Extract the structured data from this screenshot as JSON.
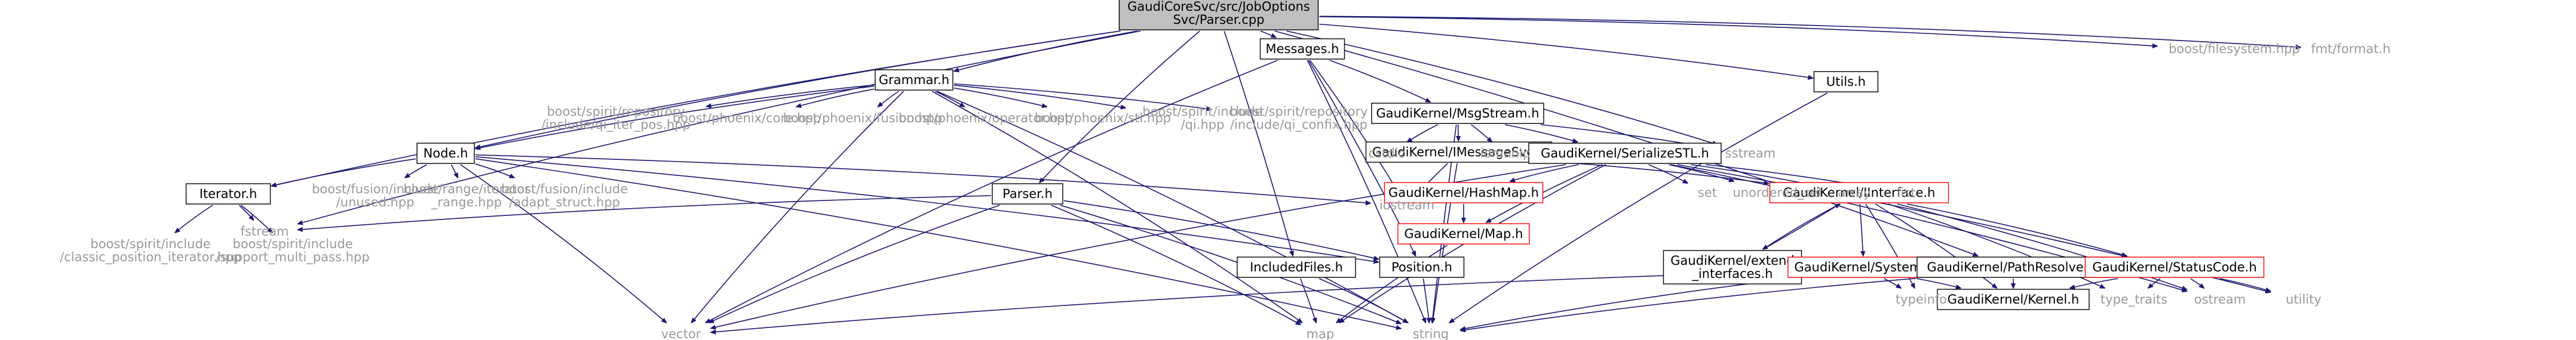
{
  "colors": {
    "edge": "#191970",
    "root_fill": "#bfbfbf",
    "root_border": "#000000",
    "file_border": "#000000",
    "incomplete_border": "#ff0000",
    "system_text": "#999999",
    "node_text": "#000000"
  },
  "nodes": [
    {
      "id": "root",
      "lines": [
        "GaudiCoreSvc/src/JobOptions",
        "Svc/Parser.cpp"
      ],
      "style": "root"
    },
    {
      "id": "node_h",
      "lines": [
        "Node.h"
      ],
      "style": "file"
    },
    {
      "id": "iterator_h",
      "lines": [
        "Iterator.h"
      ],
      "style": "file"
    },
    {
      "id": "grammar_h",
      "lines": [
        "Grammar.h"
      ],
      "style": "file"
    },
    {
      "id": "messages_h",
      "lines": [
        "Messages.h"
      ],
      "style": "file"
    },
    {
      "id": "utils_h",
      "lines": [
        "Utils.h"
      ],
      "style": "file"
    },
    {
      "id": "msgstream_h",
      "lines": [
        "GaudiKernel/MsgStream.h"
      ],
      "style": "file"
    },
    {
      "id": "imessagesvc_h",
      "lines": [
        "GaudiKernel/IMessageSvc.h"
      ],
      "style": "file"
    },
    {
      "id": "serializestl_h",
      "lines": [
        "GaudiKernel/SerializeSTL.h"
      ],
      "style": "file"
    },
    {
      "id": "hashmap_h",
      "lines": [
        "GaudiKernel/HashMap.h"
      ],
      "style": "incomplete"
    },
    {
      "id": "map_h",
      "lines": [
        "GaudiKernel/Map.h"
      ],
      "style": "incomplete"
    },
    {
      "id": "iinterface_h",
      "lines": [
        "GaudiKernel/IInterface.h"
      ],
      "style": "incomplete"
    },
    {
      "id": "extend_interfaces_h",
      "lines": [
        "GaudiKernel/extend",
        "_interfaces.h"
      ],
      "style": "file"
    },
    {
      "id": "system_h",
      "lines": [
        "GaudiKernel/System.h"
      ],
      "style": "incomplete"
    },
    {
      "id": "pathresolver_h",
      "lines": [
        "GaudiKernel/PathResolver.h"
      ],
      "style": "file"
    },
    {
      "id": "kernel_h",
      "lines": [
        "GaudiKernel/Kernel.h"
      ],
      "style": "file"
    },
    {
      "id": "statuscode_h",
      "lines": [
        "GaudiKernel/StatusCode.h"
      ],
      "style": "incomplete"
    },
    {
      "id": "parser_h",
      "lines": [
        "Parser.h"
      ],
      "style": "file"
    },
    {
      "id": "includedfiles_h",
      "lines": [
        "IncludedFiles.h"
      ],
      "style": "file"
    },
    {
      "id": "position_h",
      "lines": [
        "Position.h"
      ],
      "style": "file"
    },
    {
      "id": "fstream",
      "lines": [
        "fstream"
      ],
      "style": "system"
    },
    {
      "id": "vector",
      "lines": [
        "vector"
      ],
      "style": "system"
    },
    {
      "id": "map",
      "lines": [
        "map"
      ],
      "style": "system"
    },
    {
      "id": "string",
      "lines": [
        "string"
      ],
      "style": "system"
    },
    {
      "id": "iostream",
      "lines": [
        "iostream"
      ],
      "style": "system"
    },
    {
      "id": "classic_position_iterator",
      "lines": [
        "boost/spirit/include",
        "/classic_position_iterator.hpp"
      ],
      "style": "system"
    },
    {
      "id": "support_multi_pass",
      "lines": [
        "boost/spirit/include",
        "/support_multi_pass.hpp"
      ],
      "style": "system"
    },
    {
      "id": "fusion_unused",
      "lines": [
        "boost/fusion/include",
        "/unused.hpp"
      ],
      "style": "system"
    },
    {
      "id": "range_iterator_range",
      "lines": [
        "boost/range/iterator",
        "_range.hpp"
      ],
      "style": "system"
    },
    {
      "id": "fusion_adapt_struct",
      "lines": [
        "boost/fusion/include",
        "/adapt_struct.hpp"
      ],
      "style": "system"
    },
    {
      "id": "qi_iter_pos",
      "lines": [
        "boost/spirit/repository",
        "/include/qi_iter_pos.hpp"
      ],
      "style": "system"
    },
    {
      "id": "phoenix_core",
      "lines": [
        "boost/phoenix/core.hpp"
      ],
      "style": "system"
    },
    {
      "id": "phoenix_fusion",
      "lines": [
        "boost/phoenix/fusion.hpp"
      ],
      "style": "system"
    },
    {
      "id": "phoenix_operator",
      "lines": [
        "boost/phoenix/operator.hpp"
      ],
      "style": "system"
    },
    {
      "id": "phoenix_stl",
      "lines": [
        "boost/phoenix/stl.hpp"
      ],
      "style": "system"
    },
    {
      "id": "spirit_qi",
      "lines": [
        "boost/spirit/include",
        "/qi.hpp"
      ],
      "style": "system"
    },
    {
      "id": "qi_confix",
      "lines": [
        "boost/spirit/repository",
        "/include/qi_confix.hpp"
      ],
      "style": "system"
    },
    {
      "id": "cstdio",
      "lines": [
        "cstdio"
      ],
      "style": "system"
    },
    {
      "id": "iomanip",
      "lines": [
        "iomanip"
      ],
      "style": "system"
    },
    {
      "id": "sstream",
      "lines": [
        "sstream"
      ],
      "style": "system"
    },
    {
      "id": "set",
      "lines": [
        "set"
      ],
      "style": "system"
    },
    {
      "id": "unordered_set",
      "lines": [
        "unordered_set"
      ],
      "style": "system"
    },
    {
      "id": "array",
      "lines": [
        "array"
      ],
      "style": "system"
    },
    {
      "id": "list",
      "lines": [
        "list"
      ],
      "style": "system"
    },
    {
      "id": "typeinfo",
      "lines": [
        "typeinfo"
      ],
      "style": "system"
    },
    {
      "id": "type_traits",
      "lines": [
        "type_traits"
      ],
      "style": "system"
    },
    {
      "id": "ostream",
      "lines": [
        "ostream"
      ],
      "style": "system"
    },
    {
      "id": "utility",
      "lines": [
        "utility"
      ],
      "style": "system"
    },
    {
      "id": "filesystem",
      "lines": [
        "boost/filesystem.hpp"
      ],
      "style": "system"
    },
    {
      "id": "fmt_format",
      "lines": [
        "fmt/format.h"
      ],
      "style": "system"
    }
  ],
  "edges": [
    [
      "root",
      "node_h"
    ],
    [
      "root",
      "iterator_h"
    ],
    [
      "root",
      "fstream"
    ],
    [
      "root",
      "grammar_h"
    ],
    [
      "root",
      "messages_h"
    ],
    [
      "root",
      "utils_h"
    ],
    [
      "root",
      "pathresolver_h"
    ],
    [
      "root",
      "filesystem"
    ],
    [
      "root",
      "fmt_format"
    ],
    [
      "root",
      "parser_h"
    ],
    [
      "root",
      "includedfiles_h"
    ],
    [
      "root",
      "sstream"
    ],
    [
      "node_h",
      "iterator_h"
    ],
    [
      "node_h",
      "fusion_unused"
    ],
    [
      "node_h",
      "range_iterator_range"
    ],
    [
      "node_h",
      "fusion_adapt_struct"
    ],
    [
      "node_h",
      "vector"
    ],
    [
      "node_h",
      "string"
    ],
    [
      "node_h",
      "iostream"
    ],
    [
      "node_h",
      "position_h"
    ],
    [
      "iterator_h",
      "classic_position_iterator"
    ],
    [
      "iterator_h",
      "support_multi_pass"
    ],
    [
      "iterator_h",
      "fstream"
    ],
    [
      "grammar_h",
      "node_h"
    ],
    [
      "grammar_h",
      "qi_iter_pos"
    ],
    [
      "grammar_h",
      "phoenix_core"
    ],
    [
      "grammar_h",
      "phoenix_fusion"
    ],
    [
      "grammar_h",
      "phoenix_operator"
    ],
    [
      "grammar_h",
      "phoenix_stl"
    ],
    [
      "grammar_h",
      "spirit_qi"
    ],
    [
      "grammar_h",
      "qi_confix"
    ],
    [
      "grammar_h",
      "string"
    ],
    [
      "grammar_h",
      "map"
    ],
    [
      "grammar_h",
      "vector"
    ],
    [
      "messages_h",
      "msgstream_h"
    ],
    [
      "messages_h",
      "position_h"
    ],
    [
      "messages_h",
      "string"
    ],
    [
      "messages_h",
      "iostream"
    ],
    [
      "messages_h",
      "vector"
    ],
    [
      "msgstream_h",
      "imessagesvc_h"
    ],
    [
      "msgstream_h",
      "serializestl_h"
    ],
    [
      "msgstream_h",
      "cstdio"
    ],
    [
      "msgstream_h",
      "iomanip"
    ],
    [
      "msgstream_h",
      "sstream"
    ],
    [
      "msgstream_h",
      "string"
    ],
    [
      "imessagesvc_h",
      "iinterface_h"
    ],
    [
      "imessagesvc_h",
      "iostream"
    ],
    [
      "imessagesvc_h",
      "string"
    ],
    [
      "serializestl_h",
      "hashmap_h"
    ],
    [
      "serializestl_h",
      "map_h"
    ],
    [
      "serializestl_h",
      "array"
    ],
    [
      "serializestl_h",
      "list"
    ],
    [
      "serializestl_h",
      "map"
    ],
    [
      "serializestl_h",
      "ostream"
    ],
    [
      "serializestl_h",
      "set"
    ],
    [
      "serializestl_h",
      "unordered_set"
    ],
    [
      "serializestl_h",
      "utility"
    ],
    [
      "serializestl_h",
      "vector"
    ],
    [
      "hashmap_h",
      "map_h"
    ],
    [
      "map_h",
      "map"
    ],
    [
      "iinterface_h",
      "extend_interfaces_h"
    ],
    [
      "iinterface_h",
      "system_h"
    ],
    [
      "iinterface_h",
      "kernel_h"
    ],
    [
      "iinterface_h",
      "statuscode_h"
    ],
    [
      "iinterface_h",
      "typeinfo"
    ],
    [
      "iinterface_h",
      "ostream"
    ],
    [
      "iinterface_h",
      "type_traits"
    ],
    [
      "extend_interfaces_h",
      "iinterface_h"
    ],
    [
      "system_h",
      "kernel_h"
    ],
    [
      "system_h",
      "typeinfo"
    ],
    [
      "system_h",
      "string"
    ],
    [
      "system_h",
      "vector"
    ],
    [
      "statuscode_h",
      "kernel_h"
    ],
    [
      "statuscode_h",
      "ostream"
    ],
    [
      "statuscode_h",
      "type_traits"
    ],
    [
      "statuscode_h",
      "utility"
    ],
    [
      "pathresolver_h",
      "kernel_h"
    ],
    [
      "pathresolver_h",
      "string"
    ],
    [
      "utils_h",
      "string"
    ],
    [
      "parser_h",
      "fstream"
    ],
    [
      "parser_h",
      "vector"
    ],
    [
      "parser_h",
      "string"
    ],
    [
      "parser_h",
      "map"
    ],
    [
      "parser_h",
      "position_h"
    ],
    [
      "includedfiles_h",
      "map"
    ],
    [
      "includedfiles_h",
      "string"
    ],
    [
      "position_h",
      "string"
    ]
  ]
}
